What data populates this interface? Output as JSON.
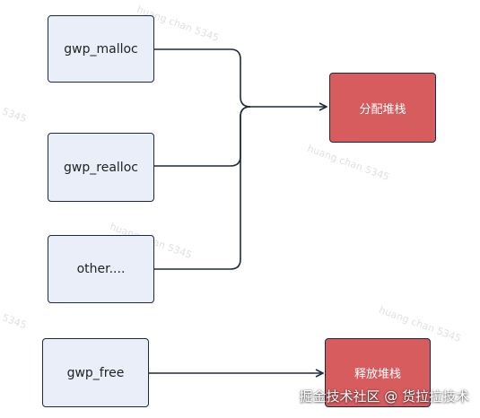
{
  "nodes": {
    "gwp_malloc": "gwp_malloc",
    "gwp_realloc": "gwp_realloc",
    "other": "other....",
    "gwp_free": "gwp_free",
    "alloc_stack": "分配堆栈",
    "free_stack": "释放堆栈"
  },
  "watermarks": [
    "huang chan 5345",
    "5345",
    "huang chan 5345",
    "huang chan 5345",
    "5345",
    "huang chan 5345"
  ],
  "brand": "掘金技术社区 @ 货拉拉技术",
  "colors": {
    "source_fill": "#e9eef9",
    "target_fill": "#d65c5e",
    "stroke": "#1f2a3a"
  }
}
